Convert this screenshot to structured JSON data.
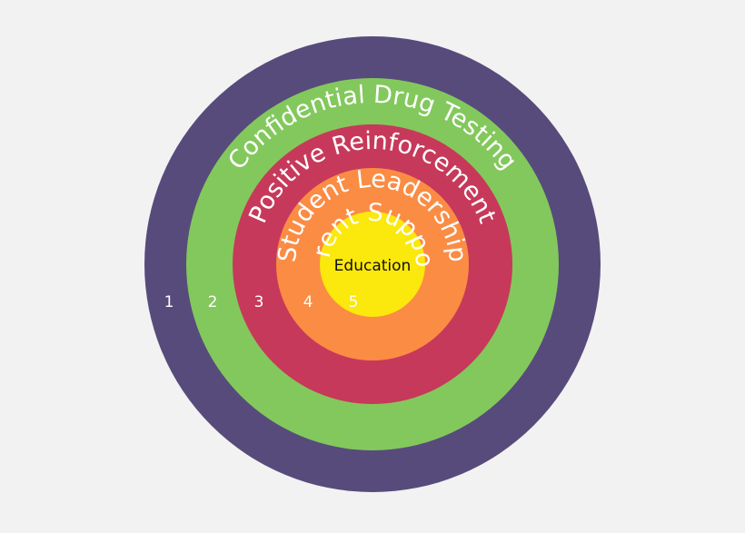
{
  "rings": [
    {
      "number": "1",
      "label": "Confidential Drug Testing",
      "color": "#574b7c"
    },
    {
      "number": "2",
      "label": "Positive Reinforcement",
      "color": "#83c85c"
    },
    {
      "number": "3",
      "label": "Student Leadership",
      "color": "#c7395a"
    },
    {
      "number": "4",
      "label": "Parent Support",
      "color": "#fb8c44"
    },
    {
      "number": "5",
      "label": "Education",
      "color": "#fbe80c"
    }
  ]
}
